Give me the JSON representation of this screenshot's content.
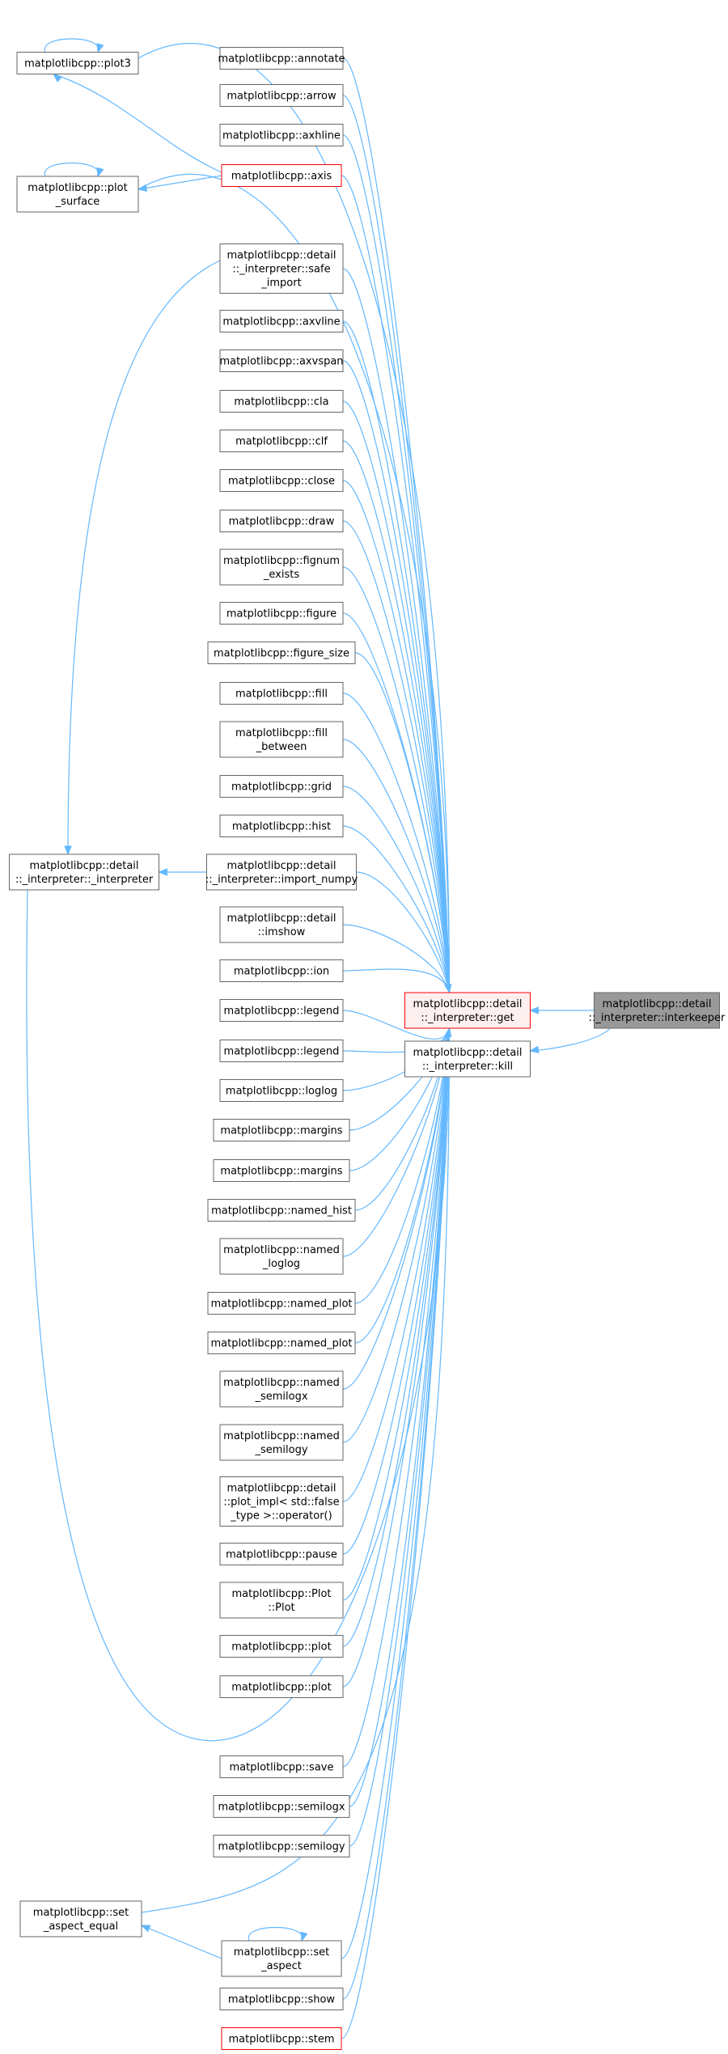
{
  "graph": {
    "target": {
      "id": "get",
      "lines": [
        "matplotlibcpp::detail",
        "::_interpreter::get"
      ],
      "style": "highlight"
    },
    "interkeeper": {
      "id": "interkeeper",
      "lines": [
        "matplotlibcpp::detail",
        "::_interpreter::interkeeper"
      ],
      "style": "gray"
    },
    "kill": {
      "id": "kill",
      "lines": [
        "matplotlibcpp::detail",
        "::_interpreter::kill"
      ],
      "style": "normal"
    },
    "interpreter": {
      "id": "interp",
      "lines": [
        "matplotlibcpp::detail",
        "::_interpreter::_interpreter"
      ],
      "style": "normal"
    },
    "plot3": {
      "id": "plot3",
      "lines": [
        "matplotlibcpp::plot3"
      ],
      "style": "normal"
    },
    "plot_surface": {
      "id": "plot_surface",
      "lines": [
        "matplotlibcpp::plot",
        "_surface"
      ],
      "style": "normal"
    },
    "set_aspect_equal": {
      "id": "set_aspect_equal",
      "lines": [
        "matplotlibcpp::set",
        "_aspect_equal"
      ],
      "style": "normal"
    },
    "callers": [
      {
        "id": "annotate",
        "lines": [
          "matplotlibcpp::annotate"
        ],
        "style": "normal"
      },
      {
        "id": "arrow",
        "lines": [
          "matplotlibcpp::arrow"
        ],
        "style": "normal"
      },
      {
        "id": "axhline",
        "lines": [
          "matplotlibcpp::axhline"
        ],
        "style": "normal"
      },
      {
        "id": "axis",
        "lines": [
          "matplotlibcpp::axis"
        ],
        "style": "red"
      },
      {
        "id": "safe_import",
        "lines": [
          "matplotlibcpp::detail",
          "::_interpreter::safe",
          "_import"
        ],
        "style": "normal"
      },
      {
        "id": "axvline",
        "lines": [
          "matplotlibcpp::axvline"
        ],
        "style": "normal"
      },
      {
        "id": "axvspan",
        "lines": [
          "matplotlibcpp::axvspan"
        ],
        "style": "normal"
      },
      {
        "id": "cla",
        "lines": [
          "matplotlibcpp::cla"
        ],
        "style": "normal"
      },
      {
        "id": "clf",
        "lines": [
          "matplotlibcpp::clf"
        ],
        "style": "normal"
      },
      {
        "id": "close",
        "lines": [
          "matplotlibcpp::close"
        ],
        "style": "normal"
      },
      {
        "id": "draw",
        "lines": [
          "matplotlibcpp::draw"
        ],
        "style": "normal"
      },
      {
        "id": "fignum_exists",
        "lines": [
          "matplotlibcpp::fignum",
          "_exists"
        ],
        "style": "normal"
      },
      {
        "id": "figure",
        "lines": [
          "matplotlibcpp::figure"
        ],
        "style": "normal"
      },
      {
        "id": "figure_size",
        "lines": [
          "matplotlibcpp::figure_size"
        ],
        "style": "normal"
      },
      {
        "id": "fill",
        "lines": [
          "matplotlibcpp::fill"
        ],
        "style": "normal"
      },
      {
        "id": "fill_between",
        "lines": [
          "matplotlibcpp::fill",
          "_between"
        ],
        "style": "normal"
      },
      {
        "id": "grid",
        "lines": [
          "matplotlibcpp::grid"
        ],
        "style": "normal"
      },
      {
        "id": "hist",
        "lines": [
          "matplotlibcpp::hist"
        ],
        "style": "normal"
      },
      {
        "id": "import_numpy",
        "lines": [
          "matplotlibcpp::detail",
          "::_interpreter::import_numpy"
        ],
        "style": "normal"
      },
      {
        "id": "imshow",
        "lines": [
          "matplotlibcpp::detail",
          "::imshow"
        ],
        "style": "normal"
      },
      {
        "id": "ion",
        "lines": [
          "matplotlibcpp::ion"
        ],
        "style": "normal"
      },
      {
        "id": "legend1",
        "lines": [
          "matplotlibcpp::legend"
        ],
        "style": "normal"
      },
      {
        "id": "legend2",
        "lines": [
          "matplotlibcpp::legend"
        ],
        "style": "normal"
      },
      {
        "id": "loglog",
        "lines": [
          "matplotlibcpp::loglog"
        ],
        "style": "normal"
      },
      {
        "id": "margins1",
        "lines": [
          "matplotlibcpp::margins"
        ],
        "style": "normal"
      },
      {
        "id": "margins2",
        "lines": [
          "matplotlibcpp::margins"
        ],
        "style": "normal"
      },
      {
        "id": "named_hist",
        "lines": [
          "matplotlibcpp::named_hist"
        ],
        "style": "normal"
      },
      {
        "id": "named_loglog",
        "lines": [
          "matplotlibcpp::named",
          "_loglog"
        ],
        "style": "normal"
      },
      {
        "id": "named_plot1",
        "lines": [
          "matplotlibcpp::named_plot"
        ],
        "style": "normal"
      },
      {
        "id": "named_plot2",
        "lines": [
          "matplotlibcpp::named_plot"
        ],
        "style": "normal"
      },
      {
        "id": "named_semilogx",
        "lines": [
          "matplotlibcpp::named",
          "_semilogx"
        ],
        "style": "normal"
      },
      {
        "id": "named_semilogy",
        "lines": [
          "matplotlibcpp::named",
          "_semilogy"
        ],
        "style": "normal"
      },
      {
        "id": "plot_impl",
        "lines": [
          "matplotlibcpp::detail",
          "::plot_impl< std::false",
          "_type >::operator()"
        ],
        "style": "normal"
      },
      {
        "id": "pause",
        "lines": [
          "matplotlibcpp::pause"
        ],
        "style": "normal"
      },
      {
        "id": "Plot",
        "lines": [
          "matplotlibcpp::Plot",
          "::Plot"
        ],
        "style": "normal"
      },
      {
        "id": "plot_a",
        "lines": [
          "matplotlibcpp::plot"
        ],
        "style": "normal"
      },
      {
        "id": "plot_b",
        "lines": [
          "matplotlibcpp::plot"
        ],
        "style": "normal"
      },
      {
        "id": "save",
        "lines": [
          "matplotlibcpp::save"
        ],
        "style": "normal"
      },
      {
        "id": "semilogx",
        "lines": [
          "matplotlibcpp::semilogx"
        ],
        "style": "normal"
      },
      {
        "id": "semilogy",
        "lines": [
          "matplotlibcpp::semilogy"
        ],
        "style": "normal"
      },
      {
        "id": "set_aspect",
        "lines": [
          "matplotlibcpp::set",
          "_aspect"
        ],
        "style": "normal"
      },
      {
        "id": "show",
        "lines": [
          "matplotlibcpp::show"
        ],
        "style": "normal"
      },
      {
        "id": "stem",
        "lines": [
          "matplotlibcpp::stem"
        ],
        "style": "red"
      }
    ]
  },
  "colors": {
    "edge": "#63b8ff",
    "node_border": "#666666",
    "highlight_border": "#ff0000",
    "highlight_fill": "#fff0f0",
    "gray_fill": "#999999"
  }
}
